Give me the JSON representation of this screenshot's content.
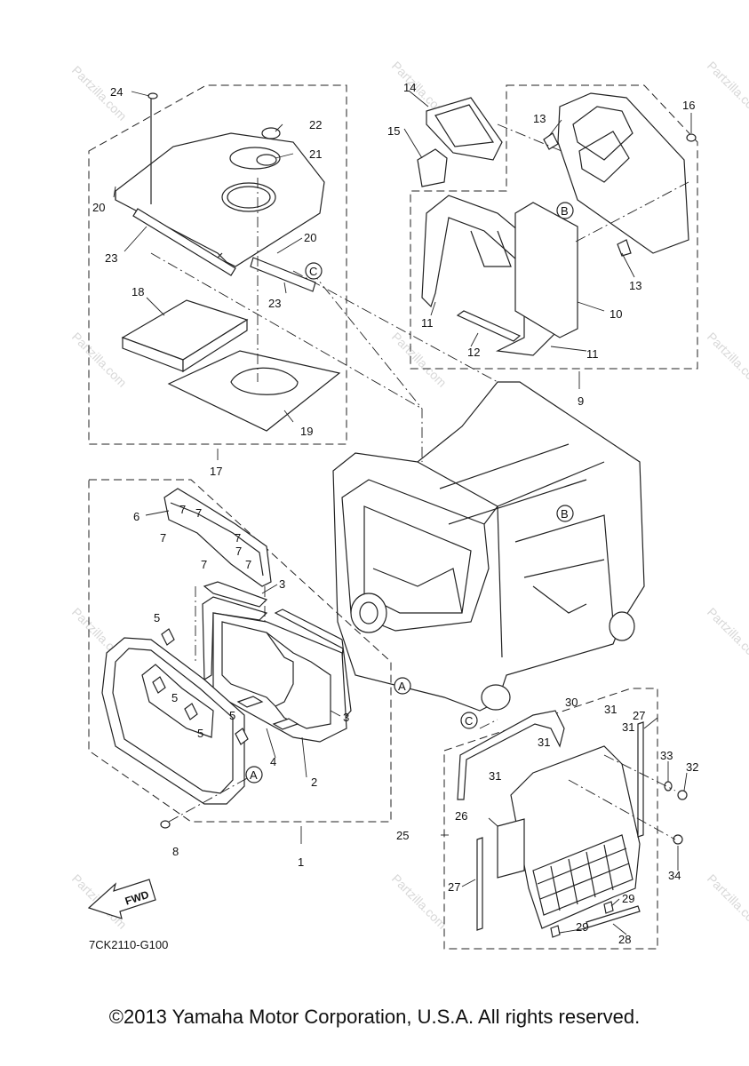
{
  "diagram": {
    "drawing_code": "7CK2110-G100",
    "copyright": "©2013 Yamaha Motor Corporation, U.S.A. All rights reserved.",
    "watermark": "Partzilla.com",
    "fwd_label": "FWD",
    "ref_letters": [
      "A",
      "B",
      "C"
    ],
    "callouts": [
      "1",
      "2",
      "3",
      "4",
      "5",
      "6",
      "7",
      "8",
      "9",
      "10",
      "11",
      "12",
      "13",
      "14",
      "15",
      "16",
      "17",
      "18",
      "19",
      "20",
      "21",
      "22",
      "23",
      "24",
      "25",
      "26",
      "27",
      "28",
      "29",
      "30",
      "31",
      "32",
      "33",
      "34"
    ]
  }
}
